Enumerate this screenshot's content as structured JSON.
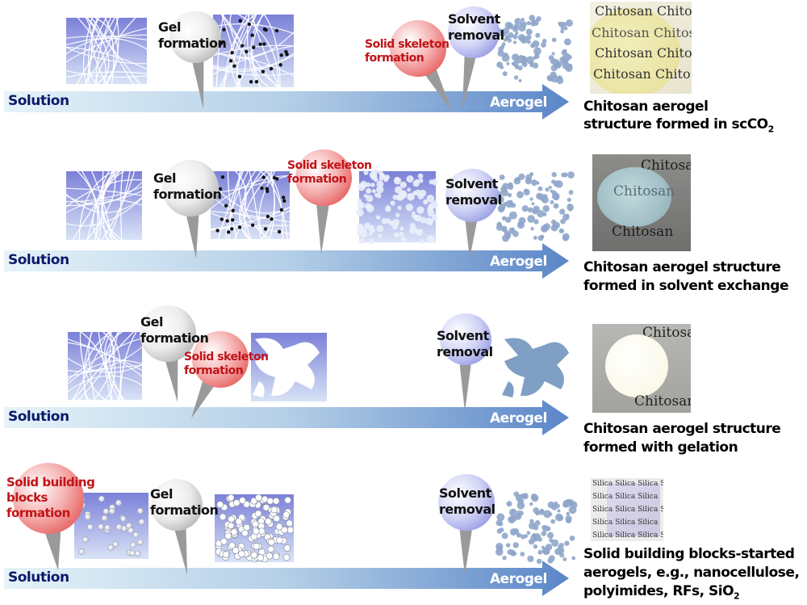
{
  "rows": [
    {
      "axis_start": "Solution",
      "axis_end": "Aerogel",
      "bubbles": [
        "Gel\nformation",
        "Solid skeleton\nformation",
        "Solvent\nremoval"
      ],
      "caption_line1": "Chitosan aerogel",
      "caption_line2": "structure formed in scCO",
      "caption_sub": "2",
      "photo_text": [
        "Chitosan  Chitos",
        "Chitosan  Chitosa",
        "Chitosan  Chitos",
        "Chitosan  Chito"
      ]
    },
    {
      "axis_start": "Solution",
      "axis_end": "Aerogel",
      "bubbles": [
        "Gel\nformation",
        "Solid skeleton\nformation",
        "Solvent\nremoval"
      ],
      "caption_line1": "Chitosan aerogel structure",
      "caption_line2": "formed in solvent exchange",
      "photo_text": [
        "Chitosan",
        "Chitosan",
        "Chitosan"
      ]
    },
    {
      "axis_start": "Solution",
      "axis_end": "Aerogel",
      "bubbles": [
        "Gel\nformation",
        "Solid skeleton\nformation",
        "Solvent\nremoval"
      ],
      "caption_line1": "Chitosan aerogel structure",
      "caption_line2": "formed with gelation",
      "photo_text": [
        "Chitosa",
        "Chitosan"
      ]
    },
    {
      "axis_start": "Solution",
      "axis_end": "Aerogel",
      "bubbles": [
        "Solid building\nblocks\nformation",
        "Gel\nformation",
        "Solvent\nremoval"
      ],
      "caption_line1": "Solid building blocks-started",
      "caption_line2": "aerogels, e.g., nanocellulose,",
      "caption_line3a": "polyimides, RFs, SiO",
      "caption_sub": "2",
      "photo_text": [
        "Silica Silica Silica S",
        "Silica Silica Silica",
        "Silica Silica Silica S",
        "Silica Silica Silica",
        "Silica Silica Silica S"
      ]
    }
  ],
  "colors": {
    "arrow_light": "#e4f1f8",
    "arrow_dark": "#5b86c8",
    "axis_text": "#0c1a6b",
    "bubble_red": "#f08a8a",
    "bubble_gray": "#d9d9d9",
    "bubble_purple": "#b3b8ec",
    "network": "#8fa6ca",
    "panel_top": "#7b80d8",
    "red_text": "#c01418"
  }
}
